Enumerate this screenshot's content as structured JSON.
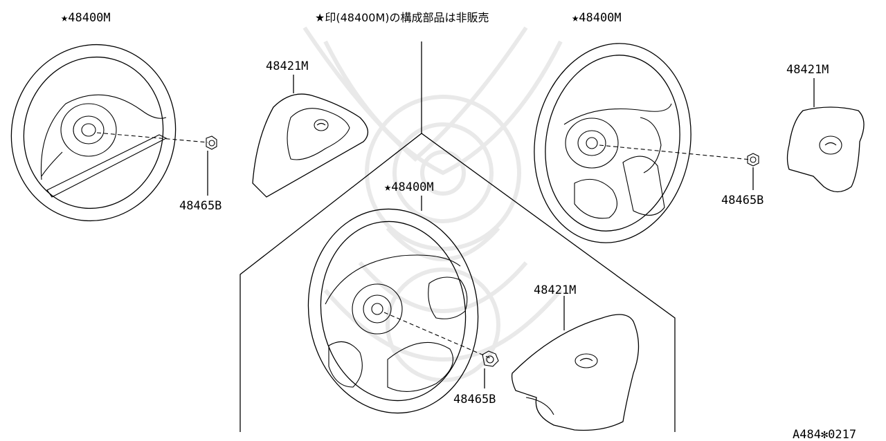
{
  "note": "★印(48400M)の構成部品は非販売",
  "ref_code": "A484✻0217",
  "groups": [
    {
      "name": "top-left",
      "wheel_label": "★48400M",
      "nut_label": "48465B"
    },
    {
      "name": "top-middle",
      "pad_label": "48421M"
    },
    {
      "name": "top-right",
      "wheel_label": "★48400M",
      "pad_label": "48421M",
      "nut_label": "48465B"
    },
    {
      "name": "bottom-center",
      "wheel_label": "★48400M",
      "pad_label": "48421M",
      "nut_label": "48465B"
    }
  ]
}
